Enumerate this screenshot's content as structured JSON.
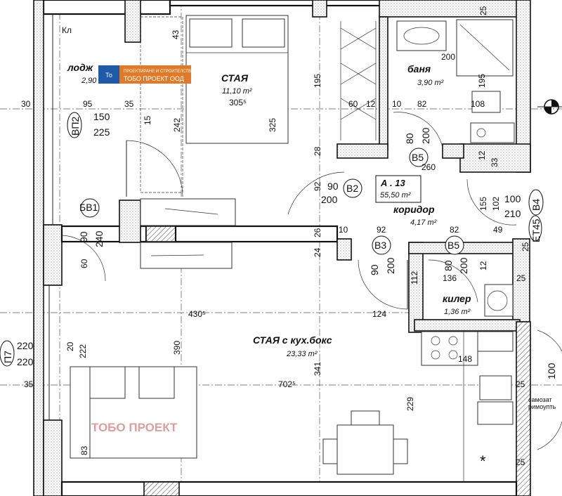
{
  "unit_label": "А . 13",
  "unit_area": "55,50 m²",
  "rooms": {
    "loggia": {
      "name": "лодж",
      "area": "2,90"
    },
    "bedroom": {
      "name": "СТАЯ",
      "area": "11,10 m²",
      "width": "305⁵"
    },
    "bath": {
      "name": "баня",
      "area": "3,90 m²"
    },
    "corridor": {
      "name": "коридор",
      "area": "4,17 m²"
    },
    "pantry": {
      "name": "килер",
      "area": "1,36 m²"
    },
    "living": {
      "name": "СТАЯ с кух.бокс",
      "area": "23,33 m²"
    }
  },
  "logo": {
    "mark": "То",
    "subtitle": "ПРОЕКТИРАНЕ И СТРОИТЕЛСТВО",
    "name": "ТОБО ПРОЕКТ ООД"
  },
  "watermark": "ТОБО ПРОЕКТ",
  "tags": {
    "kl": "Кл",
    "vp2": "ВП2",
    "bv1": "БВ1",
    "p7": "П7",
    "et45": "ЕТ45",
    "v4": "В4",
    "v2": "B2",
    "v3": "B3",
    "v5a": "B5",
    "v5b": "B5"
  },
  "dims": {
    "d30": "30",
    "d95": "95",
    "d35a": "35",
    "d150": "150",
    "d225": "225",
    "d15": "15",
    "d43": "43",
    "d242": "242",
    "d325": "325",
    "d195a": "195",
    "d28": "28",
    "d200a": "200",
    "d195b": "195",
    "d60": "60",
    "d12a": "12",
    "d10a": "10",
    "d82a": "82",
    "d108": "108",
    "d12b": "12",
    "d33": "33",
    "d80a": "80",
    "d200b": "200",
    "d260": "260",
    "d90a": "90",
    "d200c": "200",
    "d92a": "92",
    "d155": "155",
    "d102": "102",
    "d100a": "100",
    "d210": "210",
    "d90b": "90",
    "d240": "240",
    "d60b": "60",
    "d26": "26",
    "d24": "24",
    "d10b": "10",
    "d92b": "92",
    "d82b": "82",
    "d49": "49",
    "d25a": "25",
    "d90c": "90",
    "d200d": "200",
    "d80b": "80",
    "d200e": "200",
    "d12c": "12",
    "d112": "112",
    "d136": "136",
    "d25b": "25",
    "d430": "430⁵",
    "d124": "124",
    "d148": "148",
    "d220a": "220",
    "d220b": "220",
    "d20": "20",
    "d222": "222",
    "d390": "390",
    "d341": "341",
    "d35b": "35",
    "d702": "702⁵",
    "d229": "229",
    "d25c": "25",
    "d25d": "25",
    "d83": "83",
    "d100b": "100",
    "d25top": "25"
  },
  "notes": {
    "self1": "самозат",
    "self2": "римоупть"
  },
  "symbol": "*"
}
